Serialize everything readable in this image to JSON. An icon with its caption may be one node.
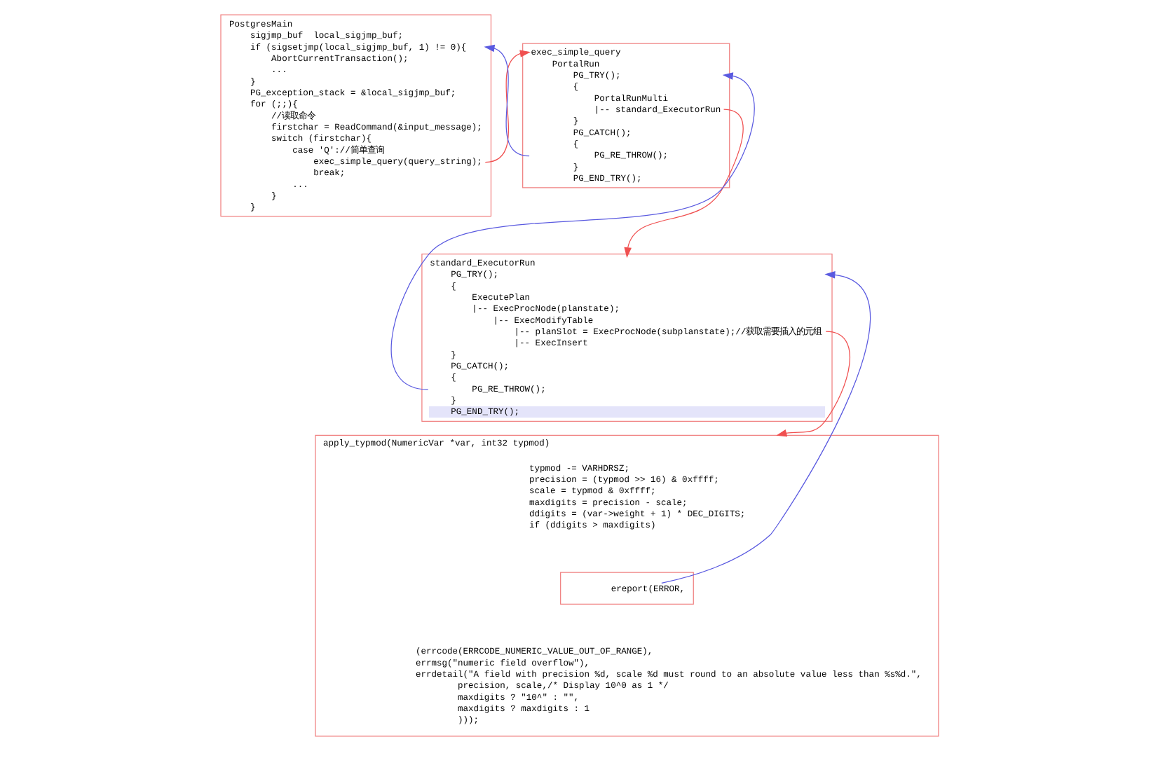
{
  "diagram": {
    "nodes": [
      {
        "text": [
          "PostgresMain",
          "sigjmp_buf  local_sigjmp_buf;",
          "if (sigsetjmp(local_sigjmp_buf, 1) != 0){",
          "AbortCurrentTransaction();",
          "...",
          "}",
          "PG_exception_stack = &local_sigjmp_buf;",
          "for (;;){",
          "//读取命令",
          "firstchar = ReadCommand(&input_message);",
          "switch (firstchar){",
          "case 'Q'://简单查询",
          "exec_simple_query(query_string);",
          "break;",
          "...",
          "}",
          "}"
        ]
      },
      {
        "text": [
          "exec_simple_query",
          "PortalRun",
          "PG_TRY();",
          "{",
          "PortalRunMulti",
          "|-- standard_ExecutorRun",
          "}",
          "PG_CATCH();",
          "{",
          "PG_RE_THROW();",
          "}",
          "PG_END_TRY();"
        ]
      },
      {
        "text": [
          "standard_ExecutorRun",
          "PG_TRY();",
          "{",
          "ExecutePlan",
          "|-- ExecProcNode(planstate);",
          "|-- ExecModifyTable",
          "|-- planSlot = ExecProcNode(subplanstate);//获取需要插入的元组",
          "|-- ExecInsert",
          "}",
          "PG_CATCH();",
          "{",
          "PG_RE_THROW();",
          "}",
          "PG_END_TRY();"
        ]
      },
      {
        "text": [
          "apply_typmod(NumericVar *var, int32 typmod)",
          "typmod -= VARHDRSZ;",
          "precision = (typmod >> 16) & 0xffff;",
          "scale = typmod & 0xffff;",
          "maxdigits = precision - scale;",
          "ddigits = (var->weight + 1) * DEC_DIGITS;",
          "if (ddigits > maxdigits)",
          "(errcode(ERRCODE_NUMERIC_VALUE_OUT_OF_RANGE),",
          "errmsg(\"numeric field overflow\"),",
          "errdetail(\"A field with precision %d, scale %d must round to an absolute value less than %s%d.\",",
          "precision, scale,/* Display 10^0 as 1 */",
          "maxdigits ? \"10^\" : \"\",",
          "maxdigits ? maxdigits : 1",
          ")));"
        ]
      },
      {
        "text": [
          "ereport(ERROR,"
        ],
        "in": 3
      }
    ],
    "edges": [
      {
        "from": 0,
        "to": 1,
        "arrow": "to",
        "color": "#f05050"
      },
      {
        "from": 1,
        "to": 2,
        "arrow": "to",
        "color": "#f05050"
      },
      {
        "from": 2,
        "to": 3,
        "arrow": "to",
        "color": "#f05050"
      },
      {
        "from": 4,
        "to": 2,
        "arrow": "to",
        "color": "#5a5ae0"
      },
      {
        "from": 2,
        "to": 1,
        "arrow": "to",
        "color": "#5a5ae0"
      },
      {
        "from": 1,
        "to": 0,
        "arrow": "to",
        "color": "#5a5ae0"
      }
    ]
  }
}
